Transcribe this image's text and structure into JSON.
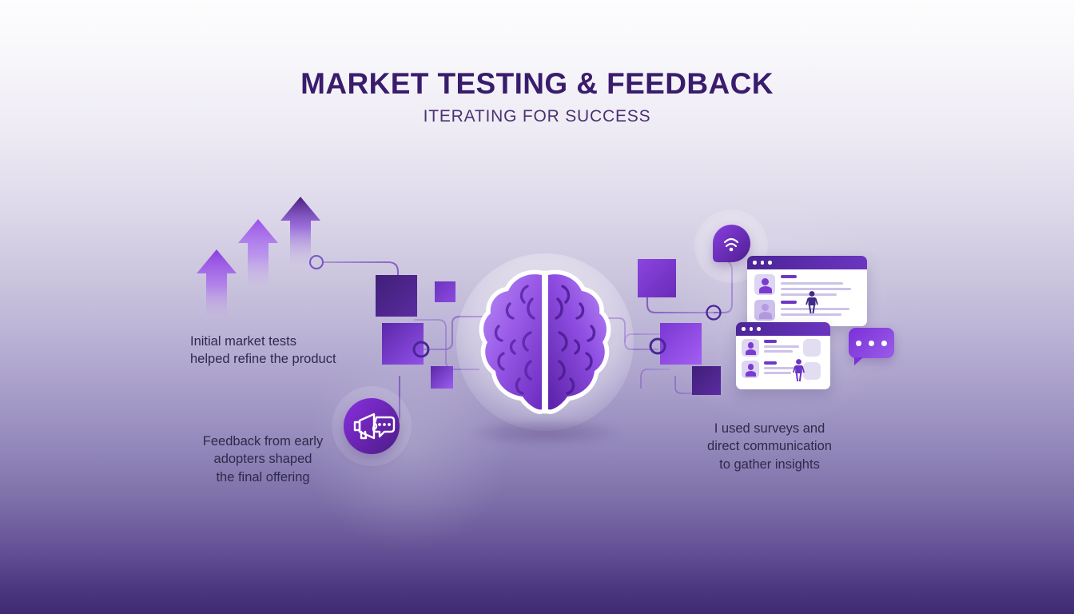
{
  "header": {
    "title": "MARKET TESTING & FEEDBACK",
    "subtitle": "ITERATING FOR SUCCESS"
  },
  "captions": {
    "left_top": "Initial market tests\nhelped refine the product",
    "left_bottom": "Feedback from early\nadopters shaped\nthe final offering",
    "right": "I used surveys and\ndirect communication\nto gather insights"
  },
  "icons": {
    "growth_arrows": "growth-arrows-icon",
    "brain": "brain-icon",
    "megaphone": "megaphone-icon",
    "speech_dots": "speech-bubble-dots-icon",
    "feedback_bubble": "feedback-bubble-icon",
    "survey_window": "survey-browser-window-icon",
    "person": "person-figure-icon",
    "avatar": "user-avatar-icon",
    "node": "circuit-node-icon"
  },
  "colors": {
    "title": "#3a1c6d",
    "subtitle": "#4b3273",
    "caption": "#2e2a4a",
    "accent_purple": "#7b30d8",
    "accent_light": "#a66bf0",
    "accent_dark": "#4b2596",
    "bg_top": "#fdfdfe",
    "bg_bottom": "#3e2b72",
    "window_bar": "#4b2596"
  }
}
